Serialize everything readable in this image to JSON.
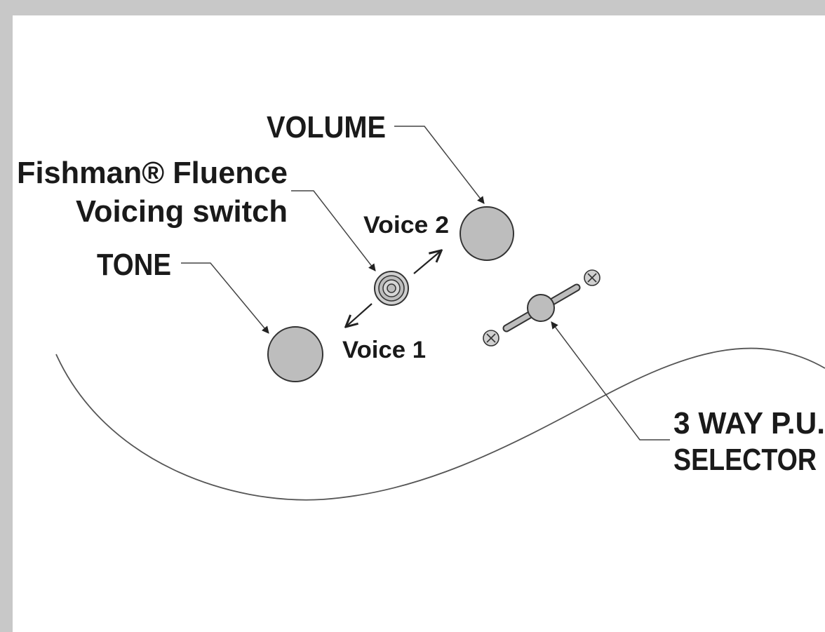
{
  "labels": {
    "volume": "VOLUME",
    "fishman_line1": "Fishman® Fluence",
    "fishman_line2": "Voicing switch",
    "tone": "TONE",
    "voice2": "Voice 2",
    "voice1": "Voice 1",
    "selector_line1": "3 WAY P.U.",
    "selector_line2": "SELECTOR"
  },
  "colors": {
    "knob_fill": "#bdbdbd",
    "outline": "#3a3a3a",
    "background_border": "#c8c8c8"
  }
}
